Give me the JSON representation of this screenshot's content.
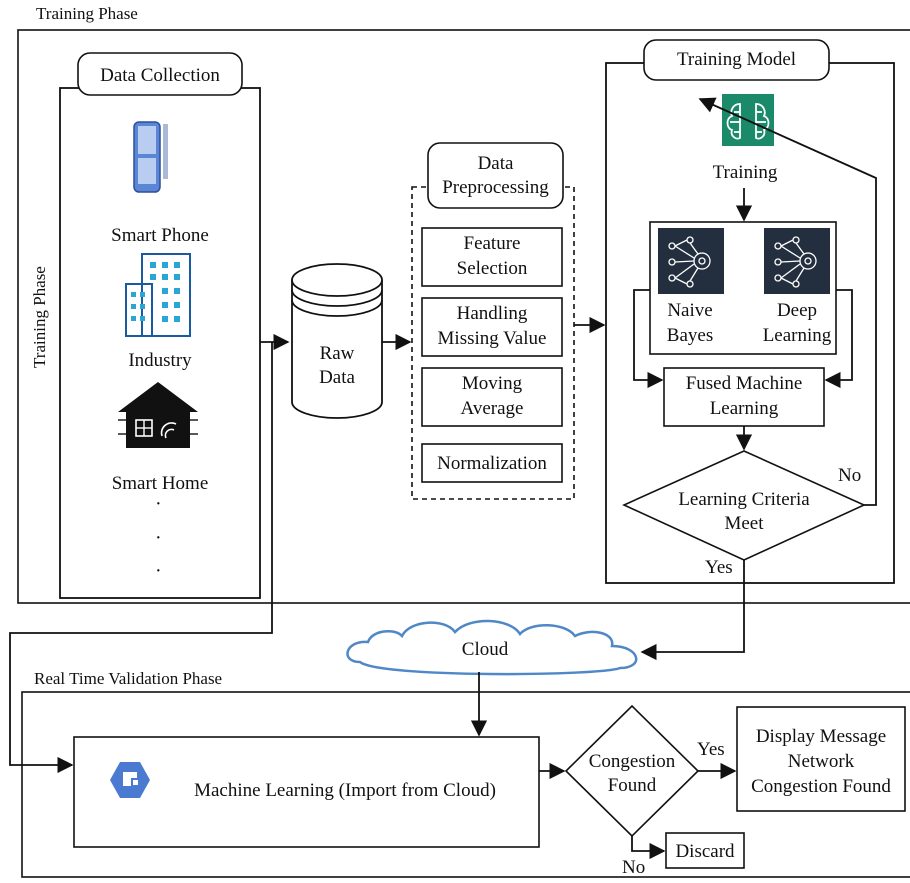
{
  "phases": {
    "training_title": "Training Phase",
    "training_side_label": "Training Phase",
    "validation_title": "Real Time Validation Phase"
  },
  "data_collection": {
    "title": "Data Collection",
    "sources": [
      "Smart Phone",
      "Industry",
      "Smart Home"
    ],
    "ellipsis": [
      "·",
      "·",
      "·"
    ]
  },
  "raw_data": {
    "line1": "Raw",
    "line2": "Data"
  },
  "preprocessing": {
    "title_line1": "Data",
    "title_line2": "Preprocessing",
    "steps": [
      {
        "line1": "Feature",
        "line2": "Selection"
      },
      {
        "line1": "Handling",
        "line2": "Missing Value"
      },
      {
        "line1": "Moving",
        "line2": "Average"
      },
      {
        "line1": "Normalization",
        "line2": ""
      }
    ]
  },
  "training_model": {
    "title": "Training Model",
    "training_label": "Training",
    "naive_line1": "Naive",
    "naive_line2": "Bayes",
    "deep_line1": "Deep",
    "deep_line2": "Learning",
    "fused_line1": "Fused Machine",
    "fused_line2": "Learning",
    "criteria_line1": "Learning Criteria",
    "criteria_line2": "Meet",
    "no_label": "No",
    "yes_label": "Yes"
  },
  "cloud": {
    "label": "Cloud"
  },
  "validation": {
    "ml_label": "Machine Learning (Import from Cloud)",
    "congestion_line1": "Congestion",
    "congestion_line2": "Found",
    "yes_label": "Yes",
    "no_label": "No",
    "display_line1": "Display Message",
    "display_line2": "Network",
    "display_line3": "Congestion Found",
    "discard_label": "Discard"
  },
  "icons": [
    "smartphone-icon",
    "building-icon",
    "smart-home-icon",
    "brain-chip-icon",
    "neural-net-icon",
    "cloud-shape",
    "gcp-ml-hexagon-icon"
  ],
  "colors": {
    "line": "#111111",
    "aws_teal": "#1b8a6b",
    "gcp_blue": "#4a7bd0",
    "cloud_outline": "#4f87c7",
    "icon_dark": "#232f3e"
  }
}
